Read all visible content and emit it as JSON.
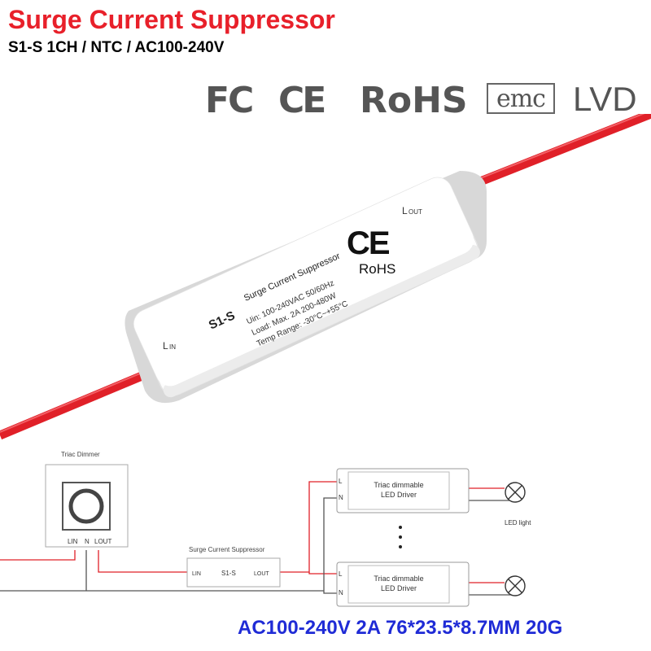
{
  "title": "Surge Current Suppressor",
  "subtitle": "S1-S 1CH / NTC / AC100-240V",
  "certifications": [
    "FC",
    "CE",
    "RoHS",
    "emc",
    "LVD"
  ],
  "product": {
    "model": "S1-S",
    "name": "Surge Current Suppressor",
    "uin": "Uin: 100-240VAC  50/60Hz",
    "load": "Load: Max. 2A  200-480W",
    "temp": "Temp Range: -30°C~+55°C",
    "ce_mark": "CE",
    "rohs": "RoHS",
    "l_in": "L",
    "l_in_sub": "IN",
    "l_out": "L",
    "l_out_sub": "OUT"
  },
  "diagram": {
    "dimmer_label": "Triac Dimmer",
    "dimmer_lin": "LIN",
    "dimmer_n": "N",
    "dimmer_lout": "LOUT",
    "suppressor_label": "Surge Current Suppressor",
    "sup_lin": "LIN",
    "sup_model": "S1-S",
    "sup_lout": "LOUT",
    "driver_line1": "Triac dimmable",
    "driver_line2": "LED Driver",
    "driver_L": "L",
    "driver_N": "N",
    "led_label": "LED light"
  },
  "spec": "AC100-240V 2A 76*23.5*8.7MM 20G",
  "colors": {
    "title": "#e8202a",
    "wire": "#e02028",
    "spec": "#1f2bd6"
  }
}
